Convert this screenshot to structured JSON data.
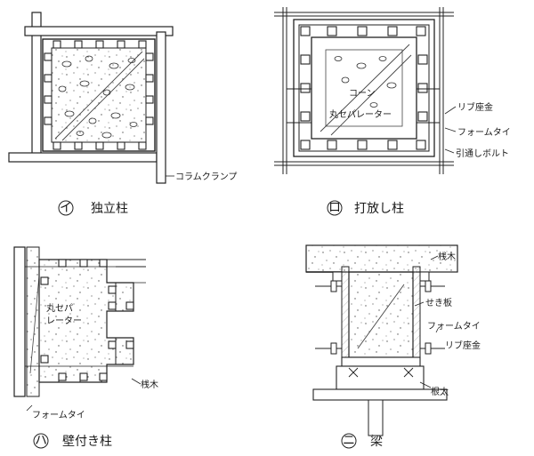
{
  "panels": {
    "i": {
      "marker": "イ",
      "caption": "独立柱",
      "labels": {
        "column_clamp": "コラムクランプ"
      }
    },
    "ro": {
      "marker": "ロ",
      "caption": "打放し柱",
      "labels": {
        "cone": "コーン",
        "round_separator": "丸セパレーター",
        "rib_washer": "リブ座金",
        "form_tie": "フォームタイ",
        "through_bolt": "引通しボルト"
      }
    },
    "ha": {
      "marker": "ハ",
      "caption": "壁付き柱",
      "labels": {
        "round_separator_1": "丸セパ",
        "round_separator_2": "レーター",
        "batten": "桟木",
        "form_tie": "フォームタイ"
      }
    },
    "ni": {
      "marker": "ニ",
      "caption": "梁",
      "labels": {
        "batten": "桟木",
        "sheathing_board": "せき板",
        "form_tie": "フォームタイ",
        "rib_washer": "リブ座金",
        "joist": "根太"
      }
    }
  }
}
